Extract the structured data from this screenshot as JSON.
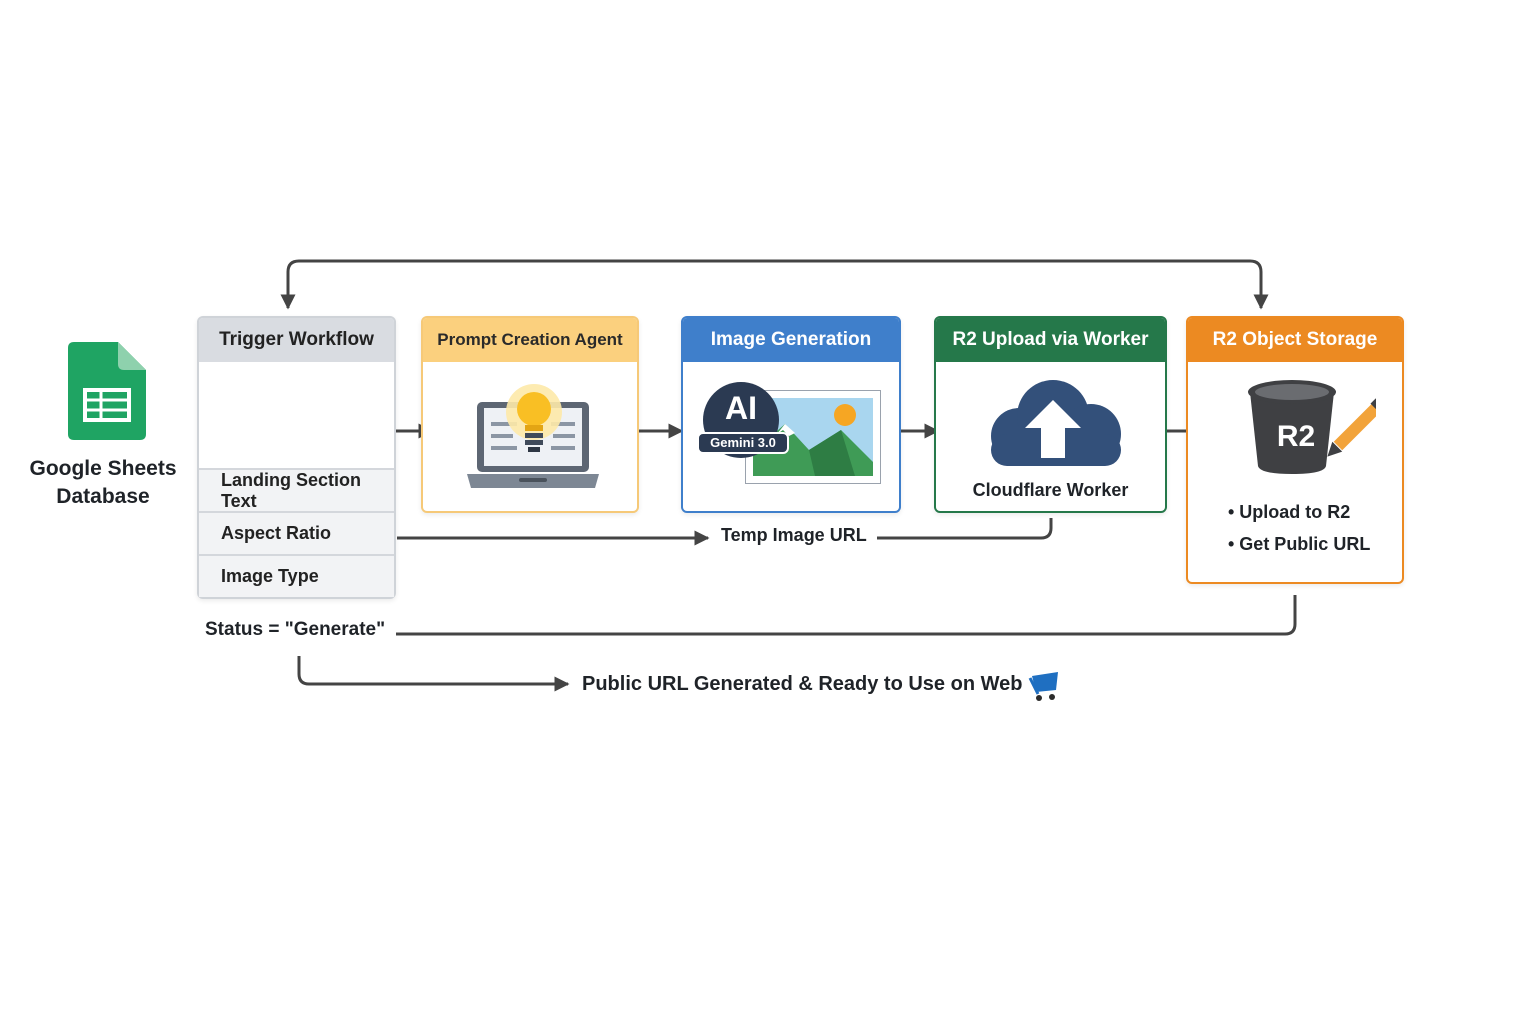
{
  "source": {
    "line1": "Google Sheets",
    "line2": "Database"
  },
  "trigger": {
    "title": "Trigger Workflow",
    "params": [
      "Landing Section Text",
      "Aspect Ratio",
      "Image Type"
    ],
    "status": "Status = \"Generate\""
  },
  "prompt": {
    "title": "Prompt Creation Agent"
  },
  "image_gen": {
    "title": "Image Generation",
    "ai": "AI",
    "model": "Gemini 3.0"
  },
  "upload": {
    "title": "R2 Upload via Worker",
    "caption": "Cloudflare Worker"
  },
  "storage": {
    "title": "R2 Object Storage",
    "bucket_label": "R2",
    "bullets": [
      "• Upload to R2",
      "• Get Public URL"
    ]
  },
  "temp_url": "Temp Image URL",
  "result": "Public URL Generated & Ready to Use on Web",
  "colors": {
    "trigger": "#d9dce1",
    "prompt": "#fbd07e",
    "image_gen": "#3f7fcb",
    "upload": "#25784a",
    "storage": "#ec8a22",
    "sheets": "#1fa463",
    "arrow": "#444444"
  },
  "icons": {
    "source": "google-sheets-icon",
    "prompt": "laptop-lightbulb-icon",
    "image_gen": "ai-picture-icon",
    "upload": "cloud-upload-icon",
    "storage": "bucket-pencil-icon",
    "result": "shopping-cart-icon"
  }
}
